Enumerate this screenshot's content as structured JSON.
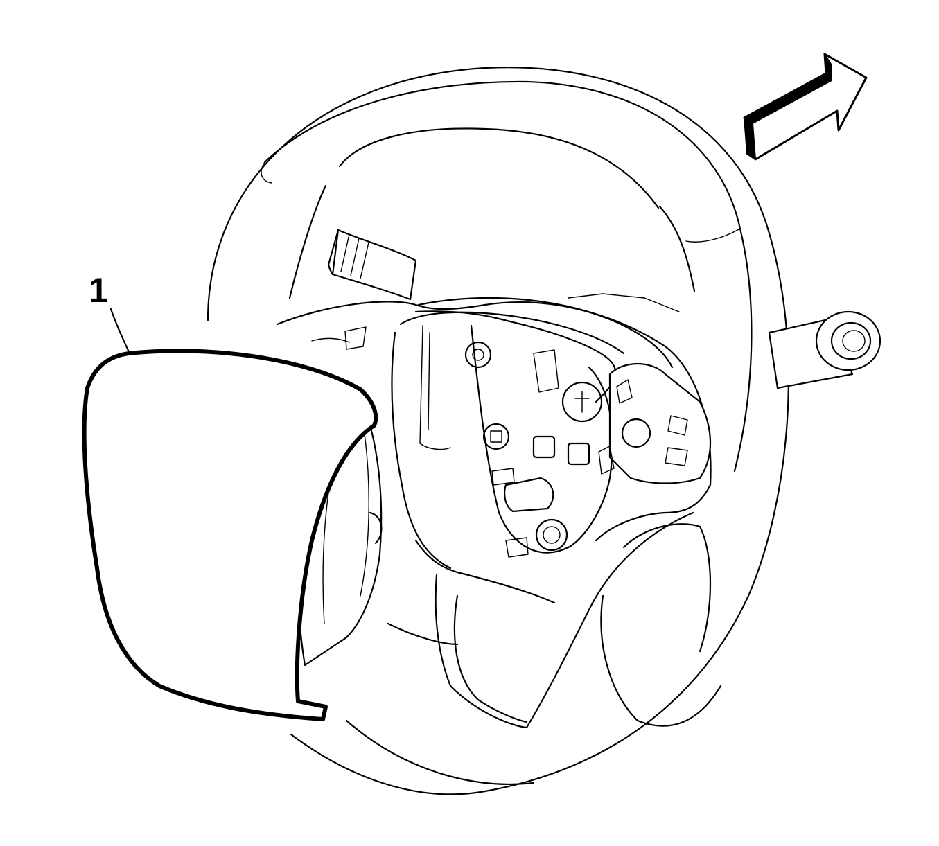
{
  "callouts": [
    {
      "label": "1",
      "target": "airbag-module"
    }
  ],
  "indicator": {
    "type": "direction-arrow",
    "icon": "arrow-up-right-icon"
  },
  "colors": {
    "line": "#000000",
    "background": "#ffffff"
  }
}
